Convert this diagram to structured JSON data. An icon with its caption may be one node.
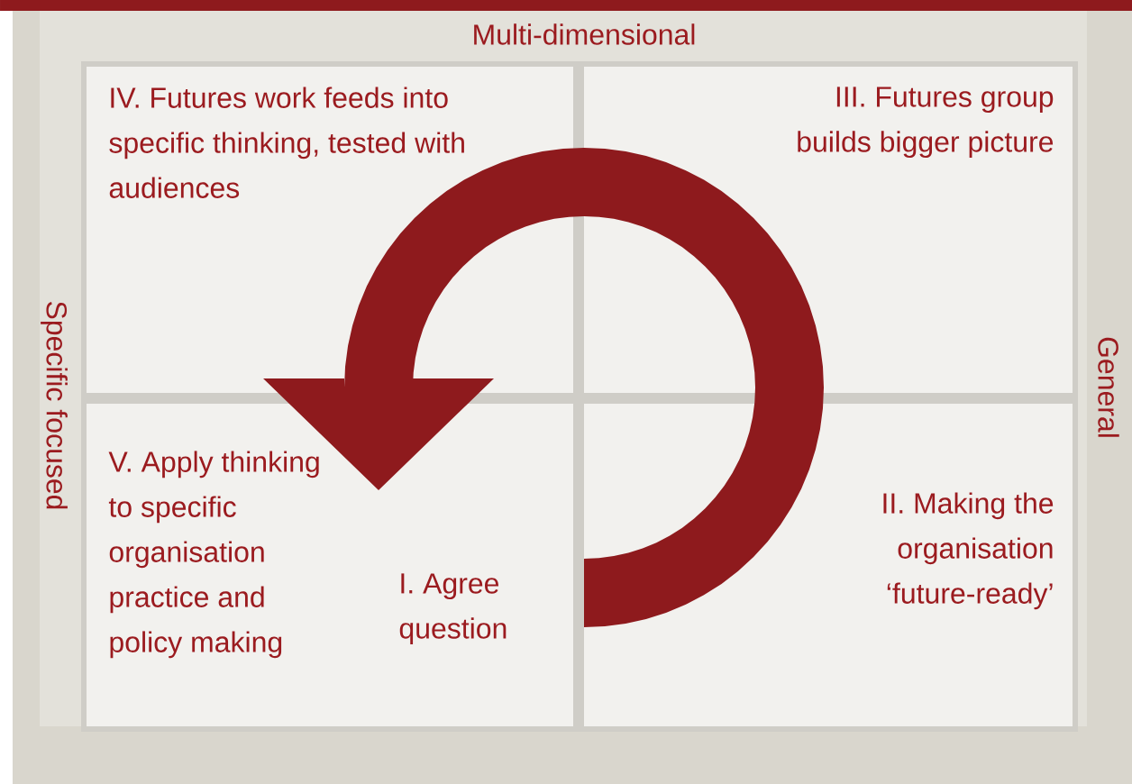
{
  "diagram": {
    "nodes": [
      {
        "text": [
          "IV. Futures work feeds into specific thinking, tested with audiences"
        ]
      },
      {
        "text": [
          "III. Futures group builds bigger picture"
        ]
      },
      {
        "text": [
          "V. Apply thinking to specific organisation practice and policy making",
          "I. Agree question"
        ]
      },
      {
        "text": [
          "II. Making the organisation ‘future-ready’"
        ]
      }
    ],
    "edges": [],
    "labels": [
      "Multi-dimensional",
      "Specific focused",
      "General"
    ]
  }
}
